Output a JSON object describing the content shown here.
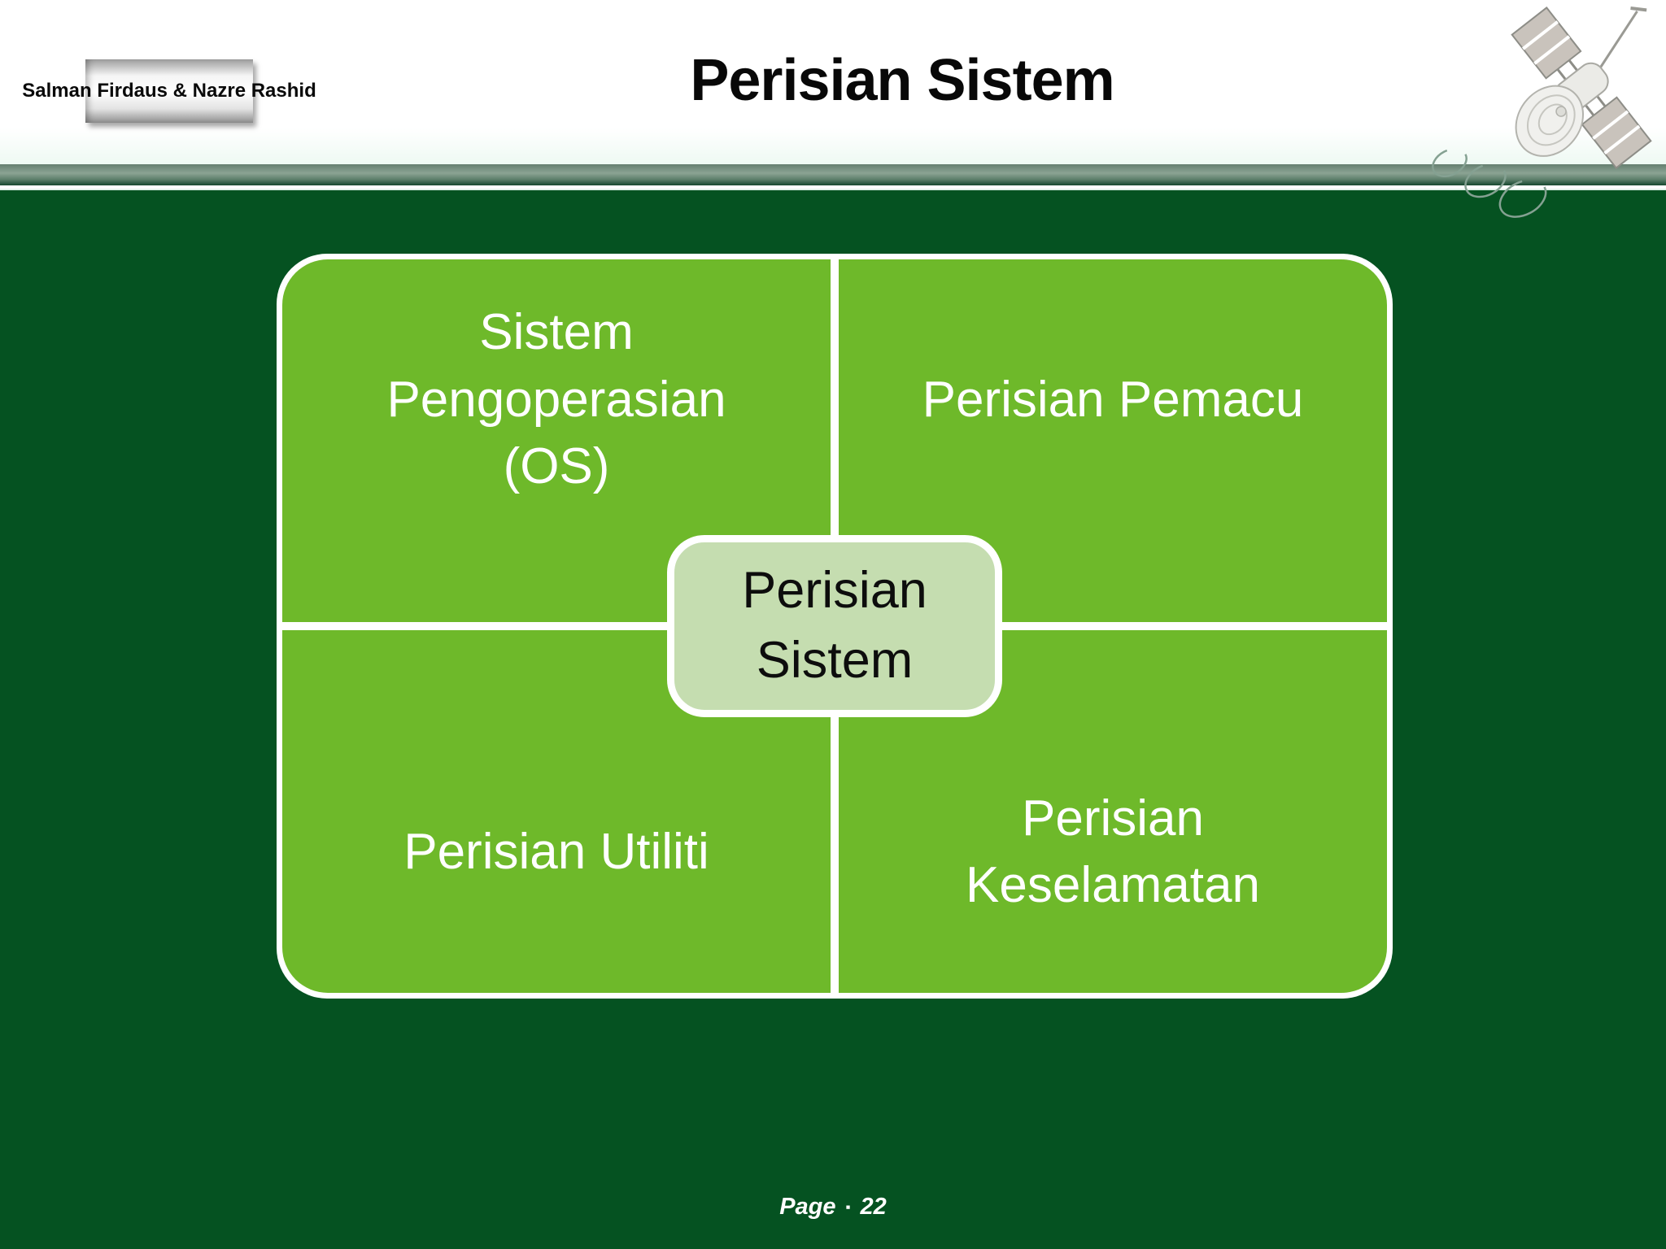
{
  "slide": {
    "authors_plate": "Salman Firdaus & Nazre Rashid",
    "title": "Perisian Sistem"
  },
  "diagram": {
    "center_label": "Perisian Sistem",
    "quadrants": [
      {
        "position": "top-left",
        "label": "Sistem Pengoperasian (OS)"
      },
      {
        "position": "top-right",
        "label": "Perisian Pemacu"
      },
      {
        "position": "bottom-left",
        "label": "Perisian Utiliti"
      },
      {
        "position": "bottom-right",
        "label": "Perisian Keselamatan"
      }
    ]
  },
  "footer": {
    "label": "Page",
    "separator": "▪",
    "page_number": "22"
  },
  "icons": {
    "satellite": "satellite-icon"
  },
  "colors": {
    "body_background": "#055221",
    "quadrant_green": "#6eb92a",
    "center_box_green": "#c5ddb0",
    "divider_white": "#ffffff",
    "band_gray_green": "#8ba394",
    "text_white": "#ffffff",
    "title_black": "#080808"
  }
}
